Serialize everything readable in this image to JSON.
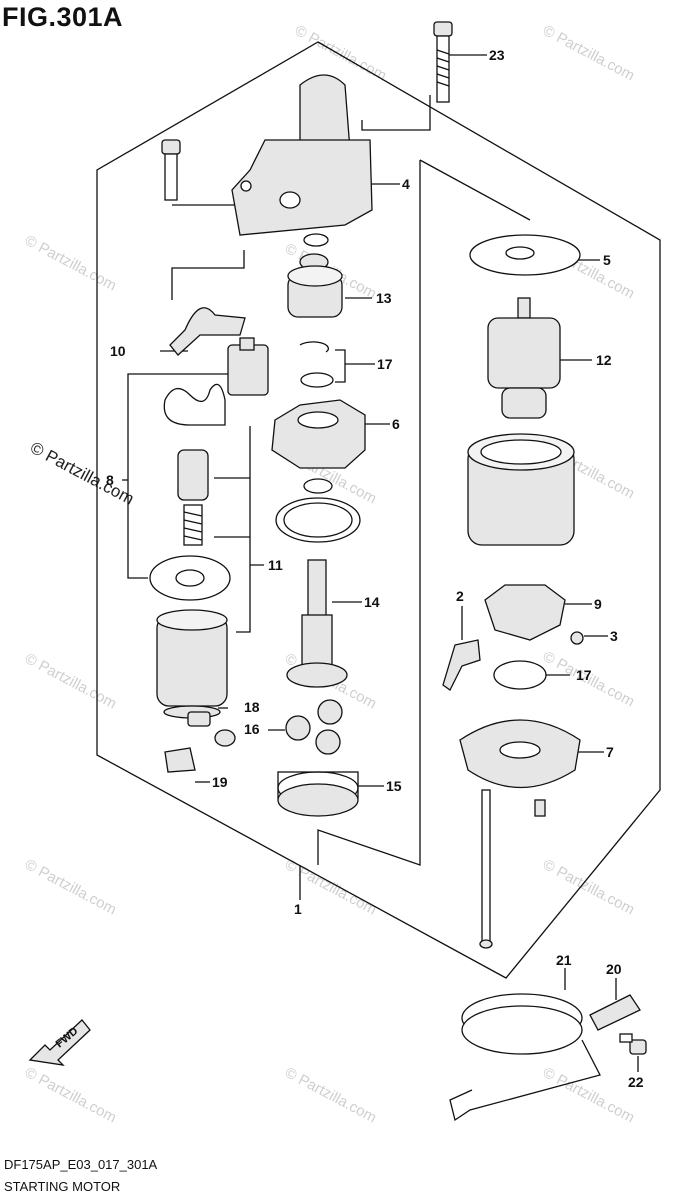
{
  "figure": {
    "title": "FIG.301A",
    "code": "DF175AP_E03_017_301A",
    "caption": "STARTING MOTOR"
  },
  "watermark": {
    "text": "© Partzilla.com",
    "prominent": "© Partzilla.com"
  },
  "direction_indicator": "FWD",
  "part_labels": {
    "p1": "1",
    "p2": "2",
    "p3": "3",
    "p4": "4",
    "p5": "5",
    "p6": "6",
    "p7": "7",
    "p8": "8",
    "p9": "9",
    "p10": "10",
    "p11": "11",
    "p12": "12",
    "p13": "13",
    "p14": "14",
    "p15": "15",
    "p16": "16",
    "p17a": "17",
    "p17b": "17",
    "p18": "18",
    "p19": "19",
    "p20": "20",
    "p21": "21",
    "p22": "22",
    "p23": "23"
  },
  "colors": {
    "line": "#111111",
    "part_fill": "#e6e6e6",
    "watermark": "#cfcfcf"
  }
}
